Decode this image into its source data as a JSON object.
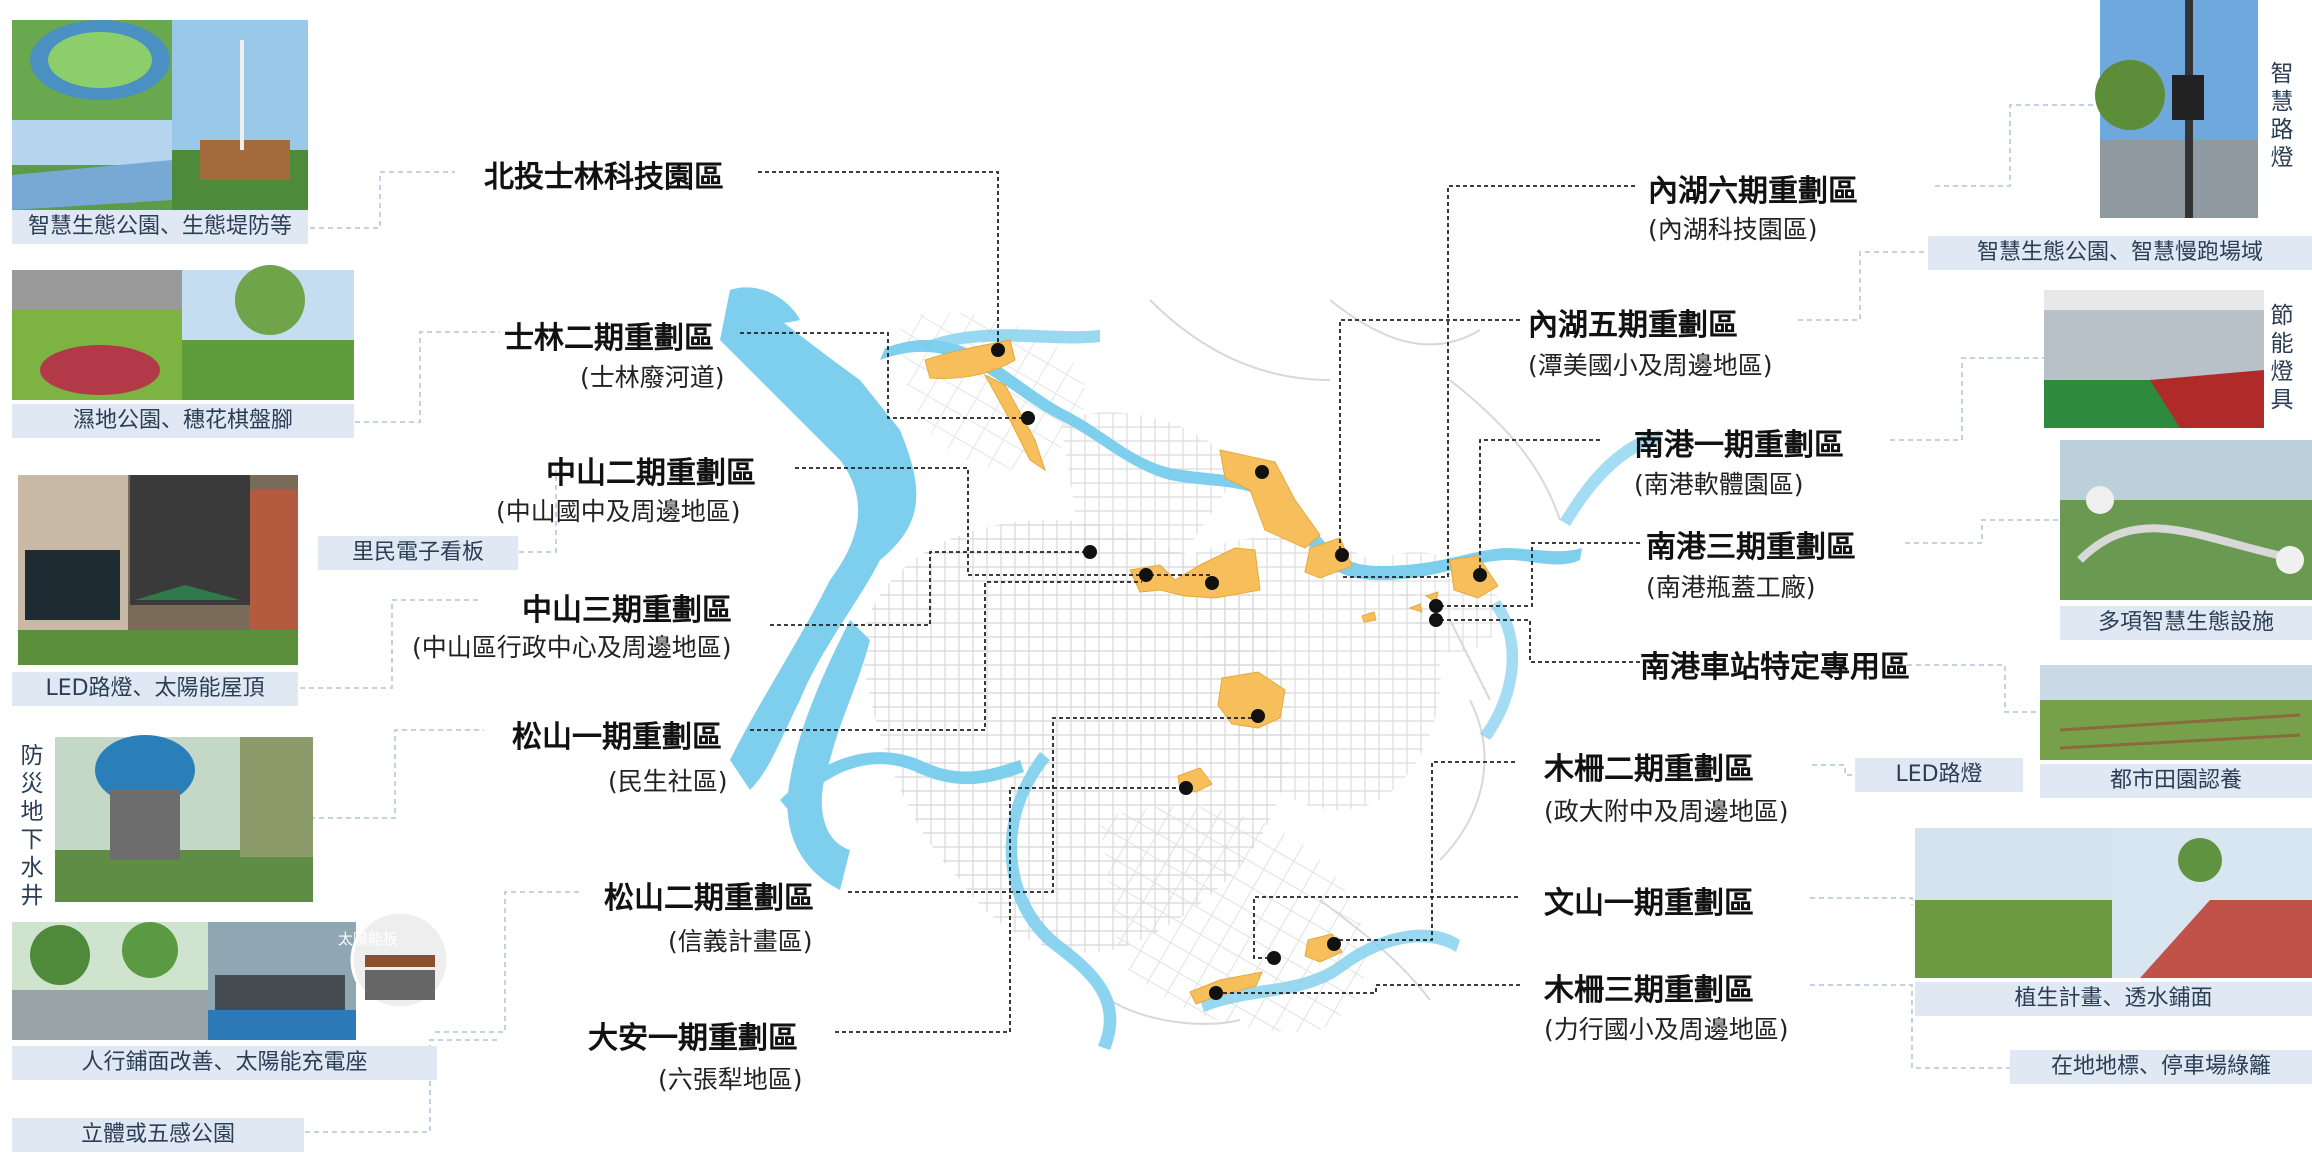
{
  "zones": {
    "beitou_shilin": {
      "title": "北投士林科技園區"
    },
    "shilin2": {
      "title": "士林二期重劃區",
      "sub": "(士林廢河道)"
    },
    "zhongshan2": {
      "title": "中山二期重劃區",
      "sub": "(中山國中及周邊地區)"
    },
    "zhongshan3": {
      "title": "中山三期重劃區",
      "sub": "(中山區行政中心及周邊地區)"
    },
    "songshan1": {
      "title": "松山一期重劃區",
      "sub": "(民生社區)"
    },
    "songshan2": {
      "title": "松山二期重劃區",
      "sub": "(信義計畫區)"
    },
    "daan1": {
      "title": "大安一期重劃區",
      "sub": "(六張犁地區)"
    },
    "neihu6": {
      "title": "內湖六期重劃區",
      "sub": "(內湖科技園區)"
    },
    "neihu5": {
      "title": "內湖五期重劃區",
      "sub": "(潭美國小及周邊地區)"
    },
    "nangang1": {
      "title": "南港一期重劃區",
      "sub": "(南港軟體園區)"
    },
    "nangang3": {
      "title": "南港三期重劃區",
      "sub": "(南港瓶蓋工廠)"
    },
    "nangang_station": {
      "title": "南港車站特定專用區"
    },
    "muzha2": {
      "title": "木柵二期重劃區",
      "sub": "(政大附中及周邊地區)"
    },
    "wenshan1": {
      "title": "文山一期重劃區"
    },
    "muzha3": {
      "title": "木柵三期重劃區",
      "sub": "(力行國小及周邊地區)"
    }
  },
  "features_left": {
    "eco_park": "智慧生態公園、生態堤防等",
    "wetland": "濕地公園、穗花棋盤腳",
    "e_board": "里民電子看板",
    "led_solar": "LED路燈、太陽能屋頂",
    "well_vertical": "防災地下水井",
    "pavement": "人行鋪面改善、太陽能充電座",
    "park_3d": "立體或五感公園"
  },
  "features_right": {
    "smart_light_vertical": "智慧路燈",
    "eco_jog": "智慧生態公園、智慧慢跑場域",
    "energy_light_vertical": "節能燈具",
    "multi_eco": "多項智慧生態設施",
    "urban_farm": "都市田園認養",
    "led_light": "LED路燈",
    "planting": "植生計畫、透水鋪面",
    "landmark": "在地地標、停車場綠籬"
  },
  "photo_labels": {
    "sign": "太陽能板"
  },
  "colors": {
    "river": "#7ecfee",
    "zone": "#f6bf5c",
    "caption_bg": "#dfe8f3",
    "leader_right": "#b9cde3"
  }
}
